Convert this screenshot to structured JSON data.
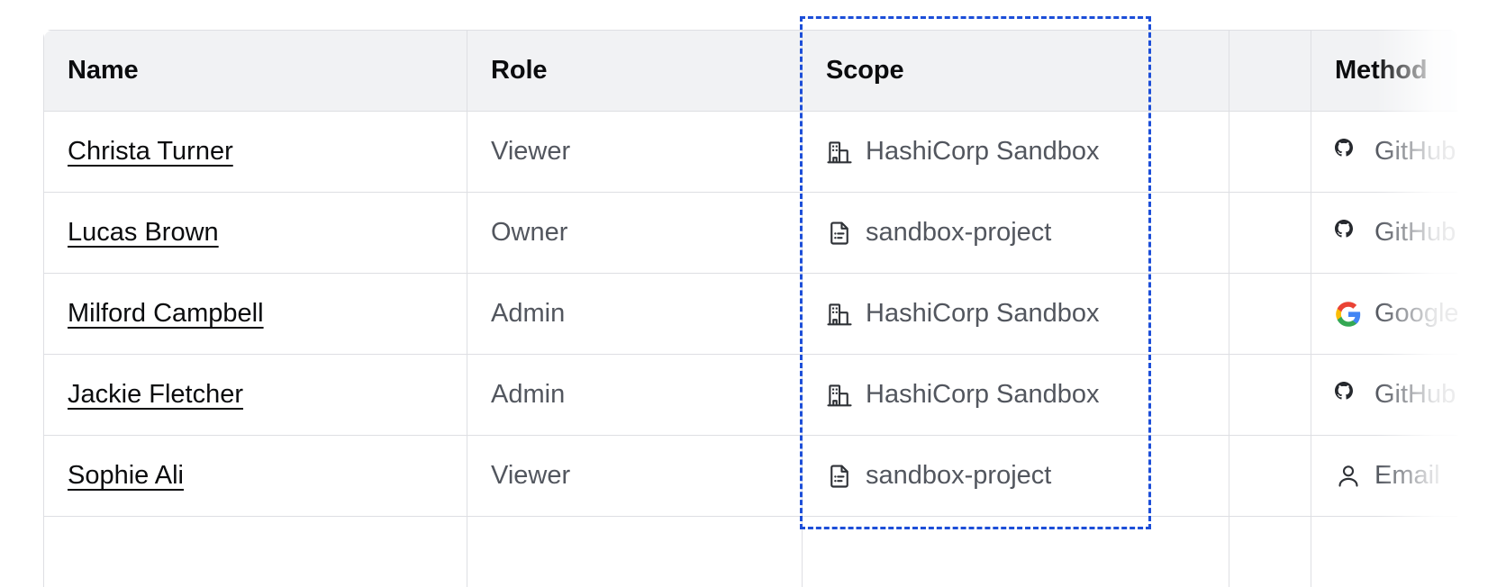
{
  "table": {
    "columns": [
      {
        "key": "name",
        "label": "Name"
      },
      {
        "key": "role",
        "label": "Role"
      },
      {
        "key": "scope",
        "label": "Scope"
      },
      {
        "key": "spacer",
        "label": ""
      },
      {
        "key": "method",
        "label": "Method"
      }
    ],
    "rows": [
      {
        "name": "Christa Turner",
        "role": "Viewer",
        "scope": "HashiCorp Sandbox",
        "scope_icon": "organization-building-icon",
        "method": "GitHub",
        "method_icon": "github-icon"
      },
      {
        "name": "Lucas Brown",
        "role": "Owner",
        "scope": "sandbox-project",
        "scope_icon": "project-document-icon",
        "method": "GitHub",
        "method_icon": "github-icon"
      },
      {
        "name": "Milford Campbell",
        "role": "Admin",
        "scope": "HashiCorp Sandbox",
        "scope_icon": "organization-building-icon",
        "method": "Google",
        "method_icon": "google-icon"
      },
      {
        "name": "Jackie Fletcher",
        "role": "Admin",
        "scope": "HashiCorp Sandbox",
        "scope_icon": "organization-building-icon",
        "method": "GitHub",
        "method_icon": "github-icon"
      },
      {
        "name": "Sophie Ali",
        "role": "Viewer",
        "scope": "sandbox-project",
        "scope_icon": "project-document-icon",
        "method": "Email",
        "method_icon": "user-person-icon"
      },
      {
        "name": "",
        "role": "",
        "scope": "",
        "scope_icon": "project-document-icon",
        "method": "",
        "method_icon": ""
      }
    ]
  },
  "selection": {
    "target_column": "Scope",
    "outline_color": "#1c4ed8",
    "style": "dashed"
  },
  "colors": {
    "header_bg": "#f1f2f4",
    "border": "#dedfe3",
    "text_primary": "#0b0c0e",
    "text_secondary": "#52565e",
    "accent": "#1c4ed8"
  }
}
